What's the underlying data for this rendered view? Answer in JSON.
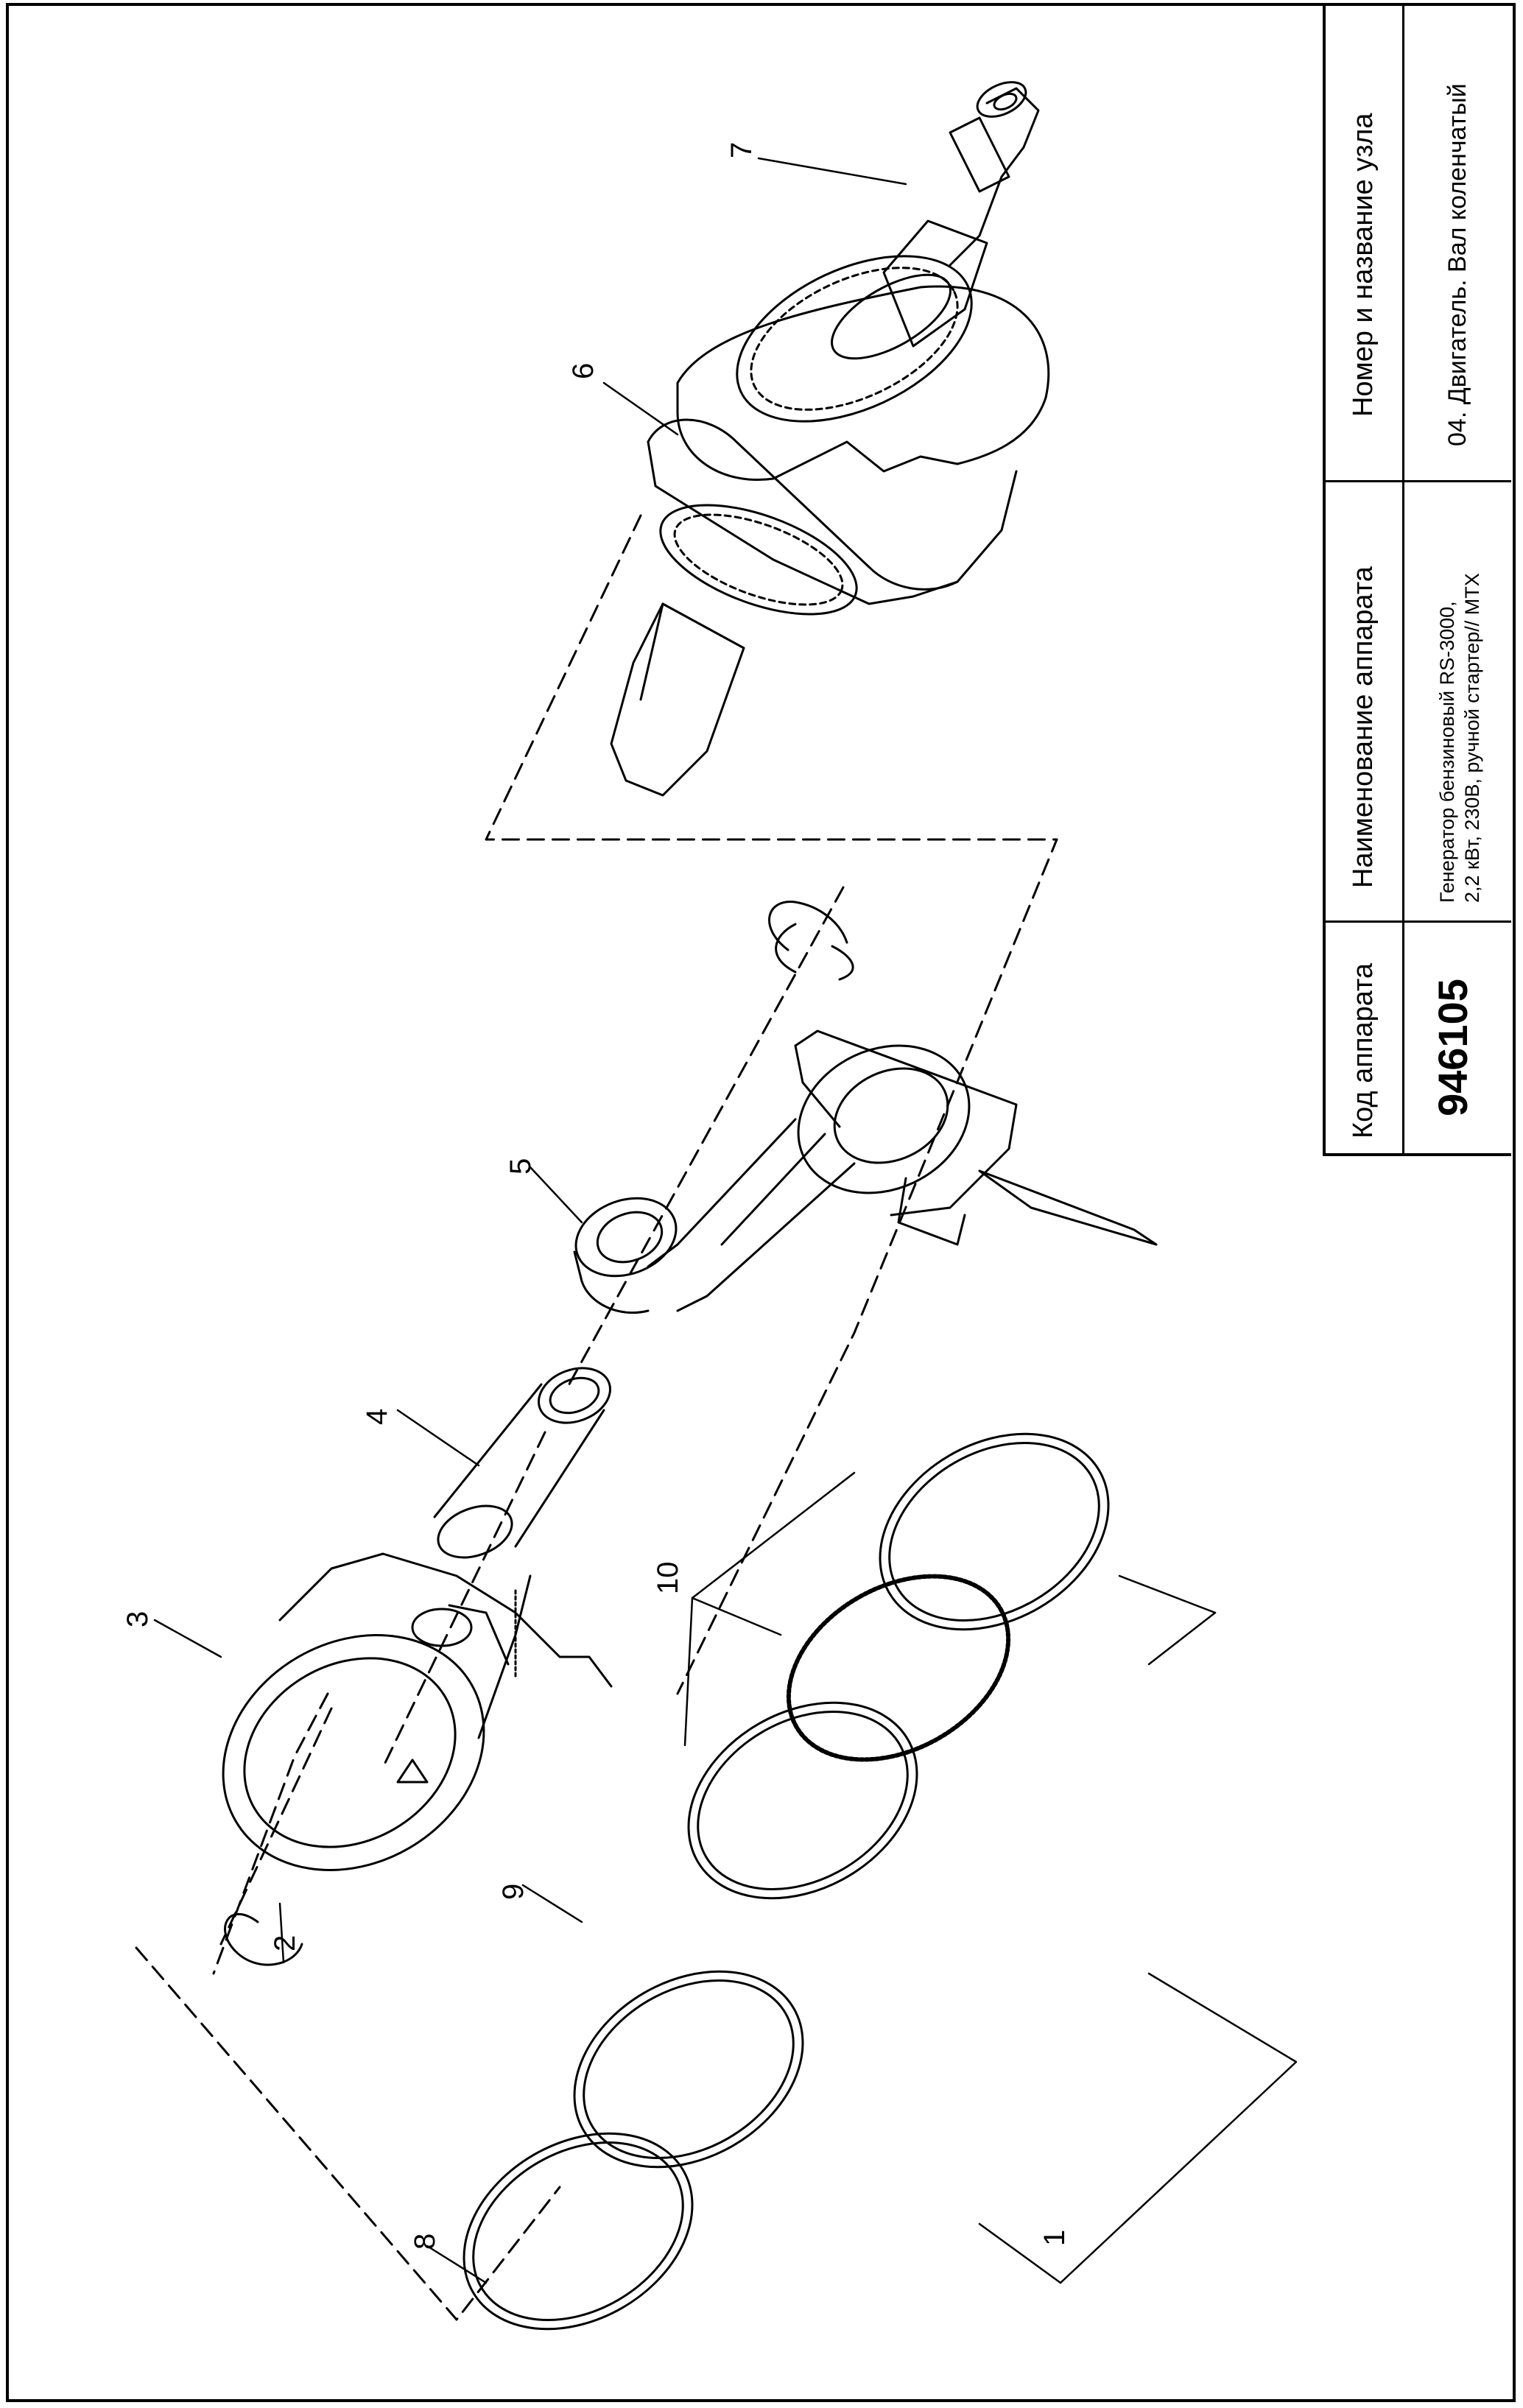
{
  "title_block": {
    "code_header": "Код аппарата",
    "code_value": "946105",
    "name_header": "Наименование аппарата",
    "name_value_line1": "Генератор бензиновый RS-3000,",
    "name_value_line2": "2,2 кВт, 230В, ручной стартер// МТХ",
    "node_header": "Номер и название узла",
    "node_value": "04. Двигатель. Вал коленчатый"
  },
  "callouts": [
    "1",
    "2",
    "3",
    "4",
    "5",
    "6",
    "7",
    "8",
    "9",
    "10"
  ]
}
